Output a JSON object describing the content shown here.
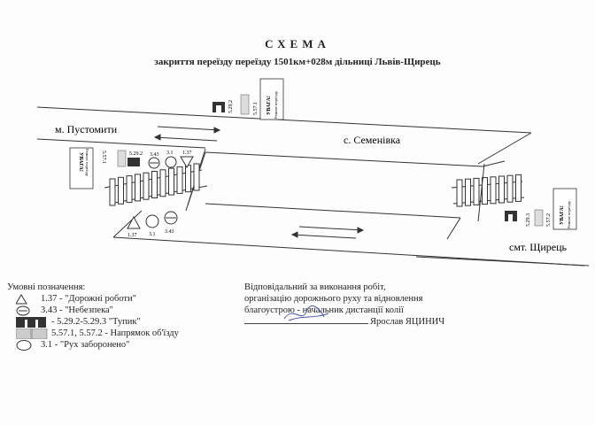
{
  "header": {
    "title": "СХЕМА",
    "subtitle": "закриття переїзду переїзду 1501км+028м дільниці Львів-Щирець"
  },
  "places": {
    "left": "м. Пустомити",
    "middle": "с. Семенівка",
    "right": "смт. Щирець"
  },
  "signs": {
    "s1_37": "1.37",
    "s3_43": "3.43",
    "s3_1": "3.1",
    "s5_29_2": "5.29.2",
    "s5_29_3": "5.29.3",
    "s5_57_1": "5.57.1",
    "s5_57_2": "5.57.2",
    "warning_title": "УВАГА!",
    "warning_text": "Ремонт переїзду"
  },
  "legend": {
    "heading": "Умовні позначення:",
    "items": [
      "1.37 - \"Дорожні роботи\"",
      "3.43 - \"Небезпека\"",
      "- 5.29.2-5.29.3 \"Тупик\"",
      "5.57.1, 5.57.2 - Напрямок об'їзду",
      "3.1 - \"Рух заборонено\""
    ]
  },
  "responsible": {
    "line1": "Відповідальний за виконання робіт,",
    "line2": "організацію дорожнього руху та відновлення",
    "line3": "благоустрою - начальник дистанції колії",
    "name": "Ярослав ЯЦИНИЧ"
  }
}
